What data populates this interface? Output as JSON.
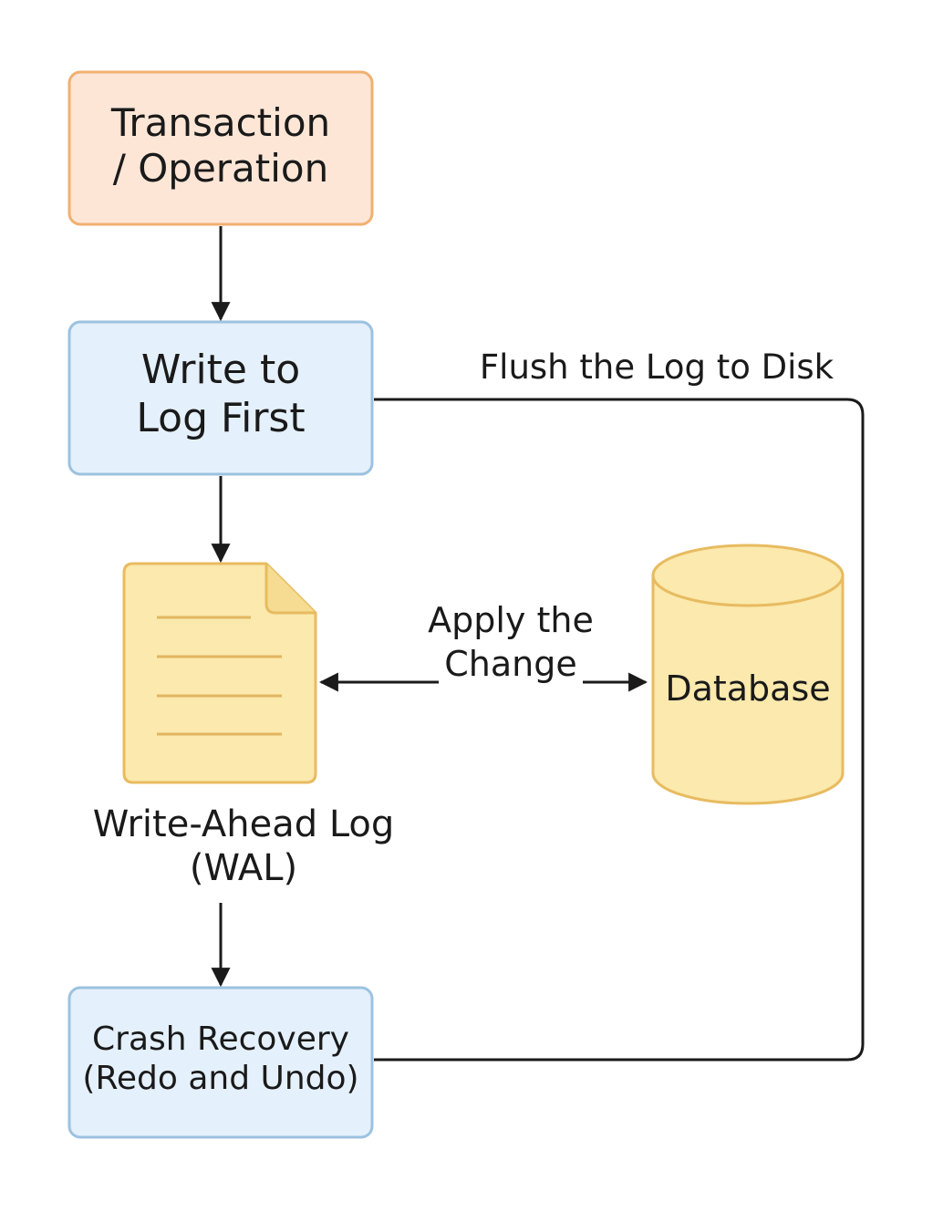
{
  "nodes": {
    "transaction": {
      "line1": "Transaction",
      "line2": "/ Operation"
    },
    "write_log": {
      "line1": "Write to",
      "line2": "Log First"
    },
    "wal": {
      "line1": "Write-Ahead Log",
      "line2": "(WAL)"
    },
    "database": {
      "label": "Database"
    },
    "crash_recovery": {
      "line1": "Crash Recovery",
      "line2": "(Redo and Undo)"
    }
  },
  "edges": {
    "flush": "Flush the Log to Disk",
    "apply_line1": "Apply the",
    "apply_line2": "Change"
  },
  "colors": {
    "orange_fill": "#fde6d6",
    "orange_stroke": "#f0b070",
    "blue_fill": "#e4f0fb",
    "blue_stroke": "#9cc2e0",
    "yellow_fill": "#fbe9ad",
    "yellow_stroke": "#e8bb60",
    "line": "#1a1a1a"
  }
}
